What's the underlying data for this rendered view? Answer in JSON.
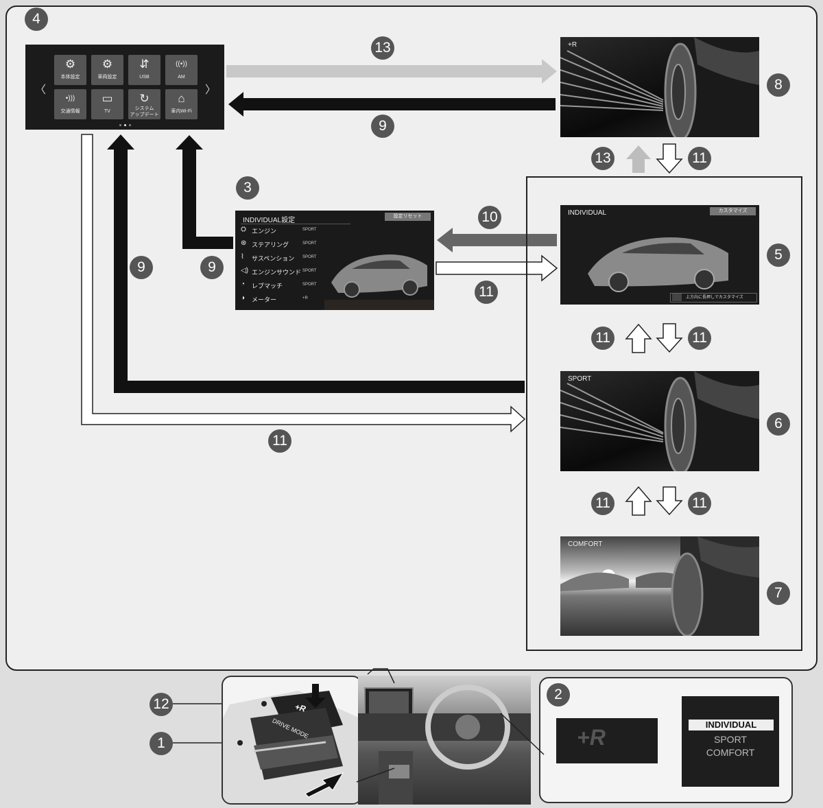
{
  "badges": {
    "b1": "1",
    "b2": "2",
    "b3": "3",
    "b4": "4",
    "b5": "5",
    "b6": "6",
    "b7": "7",
    "b8": "8",
    "b9": "9",
    "b10": "10",
    "b11": "11",
    "b12": "12",
    "b13": "13"
  },
  "home_menu": {
    "tiles": [
      {
        "label": "本体設定",
        "icon": "gear-icon"
      },
      {
        "label": "車両設定",
        "icon": "car-gear-icon"
      },
      {
        "label": "USB",
        "icon": "usb-icon"
      },
      {
        "label": "AM",
        "icon": "antenna-icon"
      },
      {
        "label": "交通情報",
        "icon": "traffic-signal-icon"
      },
      {
        "label": "TV",
        "icon": "tv-icon"
      },
      {
        "label": "システム\nアップデート",
        "icon": "refresh-icon"
      },
      {
        "label": "車内Wi-Fi",
        "icon": "car-wifi-icon"
      }
    ],
    "prev": "〈",
    "next": "〉"
  },
  "individual_settings": {
    "title": "INDIVIDUAL設定",
    "reset_button": "設定リセット",
    "rows": [
      {
        "label": "エンジン",
        "value": "SPORT",
        "icon": "engine-icon"
      },
      {
        "label": "ステアリング",
        "value": "SPORT",
        "icon": "steering-icon"
      },
      {
        "label": "サスペンション",
        "value": "SPORT",
        "icon": "suspension-icon"
      },
      {
        "label": "エンジンサウンド",
        "value": "SPORT",
        "icon": "sound-icon"
      },
      {
        "label": "レブマッチ",
        "value": "SPORT",
        "icon": "rev-icon"
      },
      {
        "label": "メーター",
        "value": "+R",
        "icon": "meter-icon"
      }
    ]
  },
  "screens": {
    "plus_r": {
      "label": "+R"
    },
    "individual": {
      "label": "INDIVIDUAL",
      "customize": "カスタマイズ",
      "hint": "上方向に長押しでカスタマイズ"
    },
    "sport": {
      "label": "SPORT"
    },
    "comfort": {
      "label": "COMFORT"
    }
  },
  "console": {
    "button_top": "+R",
    "button_main": "DRIVE MODE"
  },
  "meter": {
    "plus_r": "+R",
    "modes": [
      "INDIVIDUAL",
      "SPORT",
      "COMFORT"
    ]
  },
  "colors": {
    "badge": "#555555",
    "arrow_dark": "#111111",
    "arrow_light": "#c8c8c8",
    "arrow_mid": "#666666"
  }
}
